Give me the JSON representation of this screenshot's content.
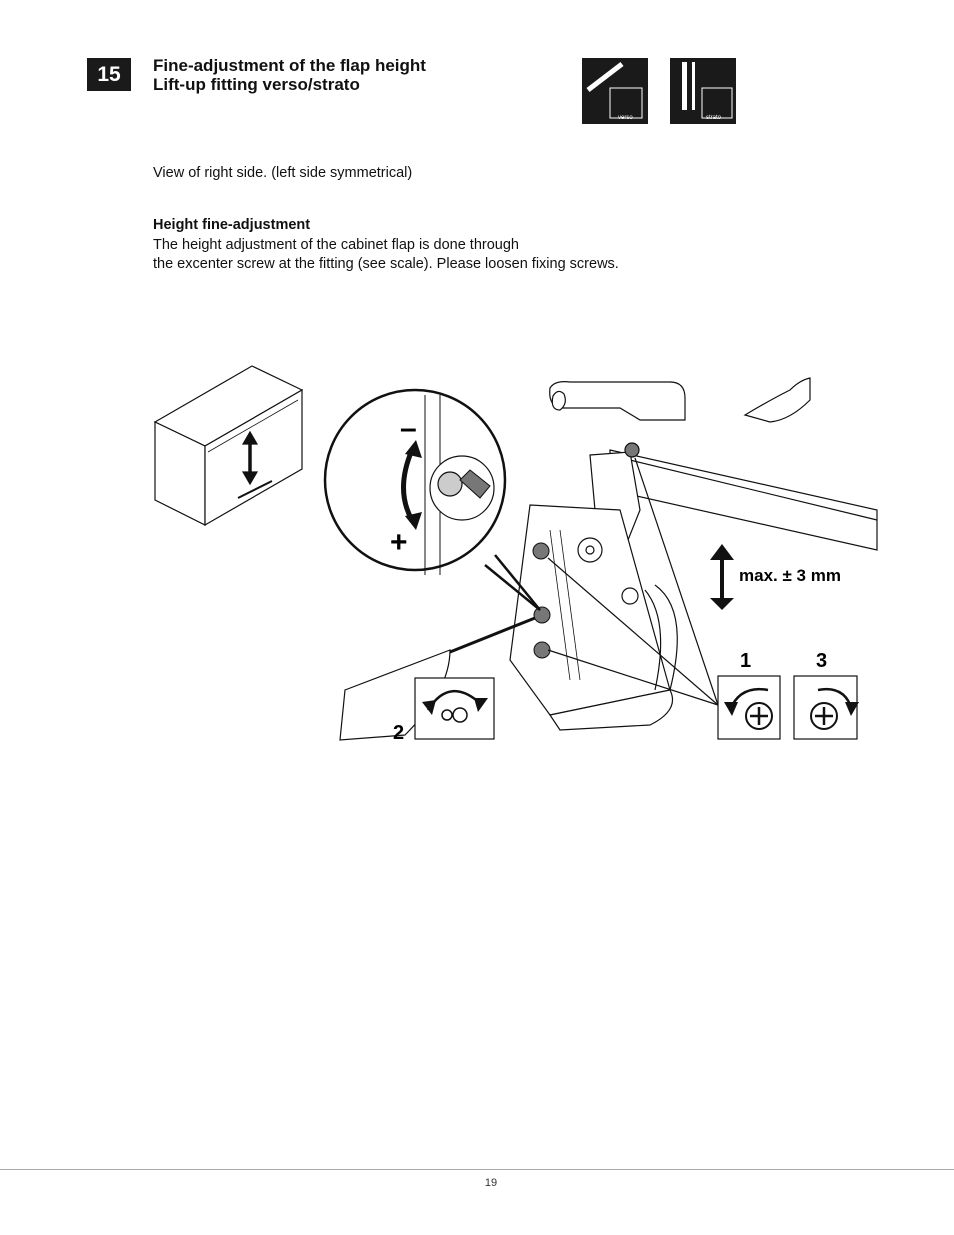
{
  "step": {
    "number": "15"
  },
  "title": {
    "line1": "Fine-adjustment of the flap height",
    "line2": "Lift-up fitting verso/strato"
  },
  "type_icons": [
    {
      "label": "verso"
    },
    {
      "label": "strato"
    }
  ],
  "note": "View of right side. (left side symmetrical)",
  "section": {
    "heading": "Height fine-adjustment",
    "lines": [
      "The height adjustment of the cabinet flap is done through",
      "the excenter screw at the fitting (see scale). Please loosen fixing screws."
    ]
  },
  "figure": {
    "adjust_range": "max. ± 3 mm",
    "scale_minus": "–",
    "scale_plus": "+",
    "step_labels": [
      "1",
      "2",
      "3"
    ]
  },
  "footer": {
    "page_number": "19"
  }
}
